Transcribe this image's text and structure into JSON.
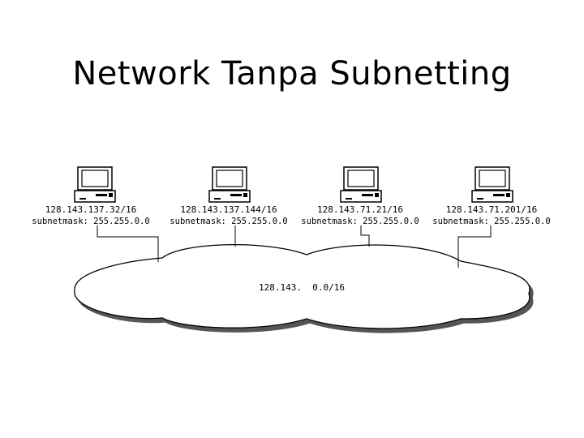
{
  "title": "Network Tanpa Subnetting",
  "network": {
    "label": "128.143.  0.0/16"
  },
  "hosts": [
    {
      "ip": "128.143.137.32/16",
      "mask": "subnetmask: 255.255.0.0",
      "icon": "computer-icon"
    },
    {
      "ip": "128.143.137.144/16",
      "mask": "subnetmask: 255.255.0.0",
      "icon": "computer-icon"
    },
    {
      "ip": "128.143.71.21/16",
      "mask": "subnetmask: 255.255.0.0",
      "icon": "computer-icon"
    },
    {
      "ip": "128.143.71.201/16",
      "mask": "subnetmask: 255.255.0.0",
      "icon": "computer-icon"
    }
  ]
}
